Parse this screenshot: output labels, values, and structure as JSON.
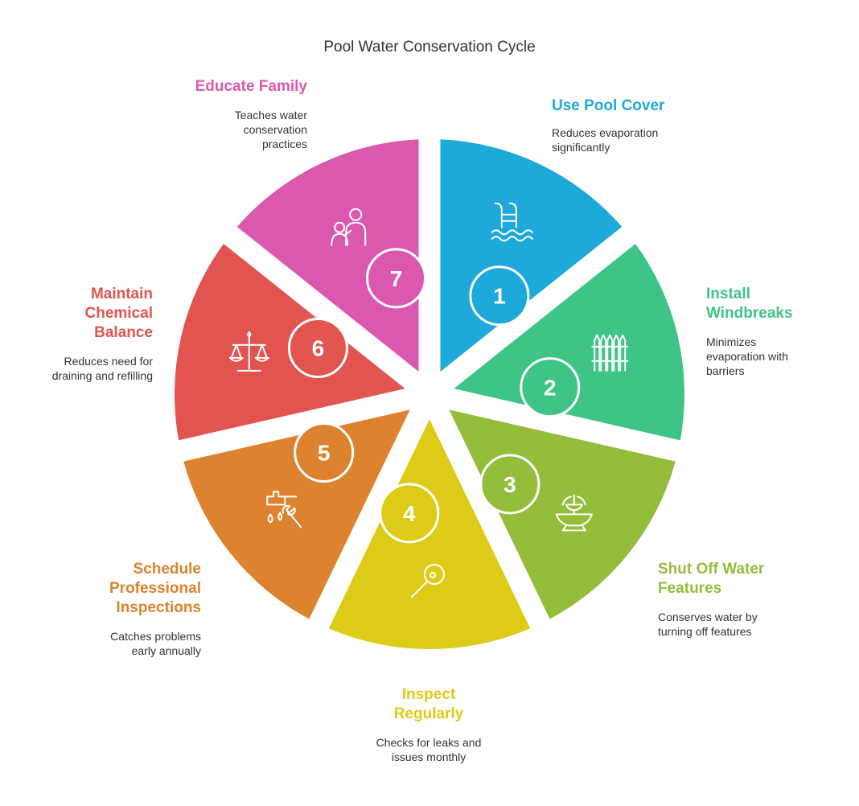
{
  "title": "Pool Water Conservation Cycle",
  "steps": [
    {
      "number": "1",
      "title": "Use Pool Cover",
      "description": "Reduces evaporation significantly",
      "color": "#1EA9DB",
      "icon": "pool-ladder-icon"
    },
    {
      "number": "2",
      "title": "Install Windbreaks",
      "description": "Minimizes evaporation with barriers",
      "color": "#3EC487",
      "icon": "fence-icon"
    },
    {
      "number": "3",
      "title": "Shut Off Water Features",
      "description": "Conserves water by turning off features",
      "color": "#94BD3B",
      "icon": "fountain-icon"
    },
    {
      "number": "4",
      "title": "Inspect Regularly",
      "description": "Checks for leaks and issues monthly",
      "color": "#DECB17",
      "icon": "magnifier-icon"
    },
    {
      "number": "5",
      "title": "Schedule Professional Inspections",
      "description": "Catches problems early annually",
      "color": "#DD822F",
      "icon": "faucet-wrench-icon"
    },
    {
      "number": "6",
      "title": "Maintain Chemical Balance",
      "description": "Reduces need for draining and refilling",
      "color": "#E2544F",
      "icon": "balance-scale-icon"
    },
    {
      "number": "7",
      "title": "Educate Family",
      "description": "Teaches water conservation practices",
      "color": "#DB58AF",
      "icon": "family-icon"
    }
  ]
}
